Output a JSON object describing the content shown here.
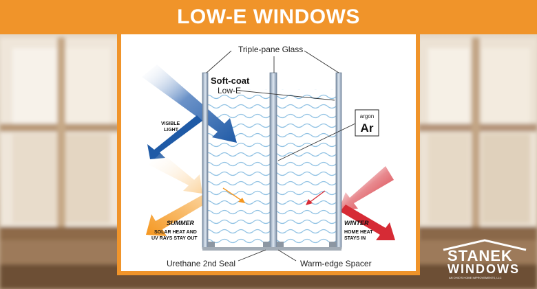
{
  "banner": {
    "title": "LOW-E WINDOWS"
  },
  "colors": {
    "orange": "#f0942a",
    "glass": "#9fb3c8",
    "visible_light": "#1f5aa6",
    "summer_rays": "#f5961e",
    "winter_heat": "#d62b35",
    "water": "#8fc1e3"
  },
  "diagram": {
    "triple_pane_label": "Triple-pane Glass",
    "softcoat_label": "Soft-coat",
    "lowe_label": "Low-E",
    "argon_small": "argon",
    "argon_symbol": "Ar",
    "visible_light_line1": "VISIBLE",
    "visible_light_line2": "LIGHT",
    "summer_title": "SUMMER",
    "summer_line1": "SOLAR HEAT AND",
    "summer_line2": "UV RAYS STAY OUT",
    "winter_title": "WINTER",
    "winter_line1": "HOME HEAT",
    "winter_line2": "STAYS IN",
    "urethane_label": "Urethane 2nd Seal",
    "spacer_label": "Warm-edge Spacer"
  },
  "logo": {
    "name": "STANEK",
    "sub": "WINDOWS",
    "tagline": "AN OHIO'S HOME IMPROVEMENTS, LLC"
  }
}
